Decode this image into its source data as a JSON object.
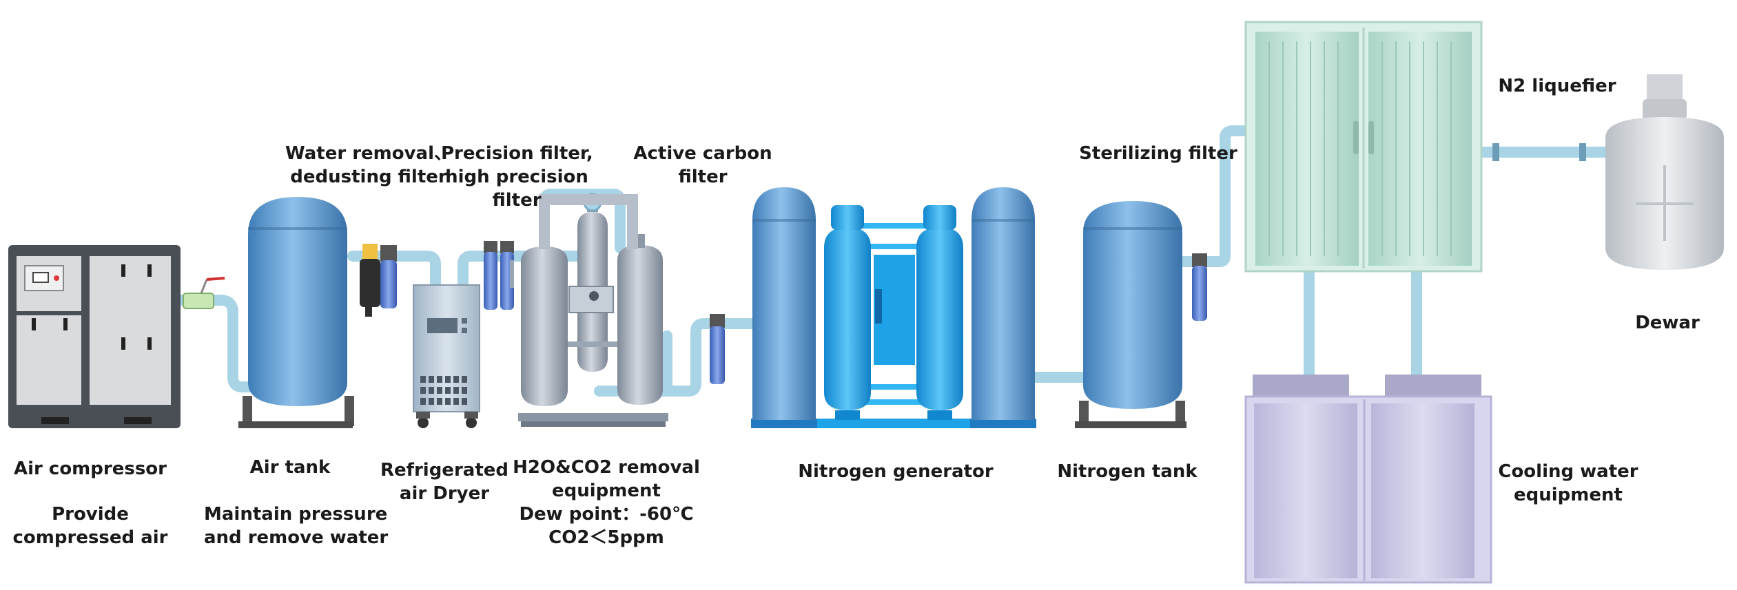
{
  "labels": {
    "air_compressor": "Air compressor",
    "air_compressor_desc_1": "Provide",
    "air_compressor_desc_2": "compressed air",
    "air_tank": "Air tank",
    "air_tank_desc_1": "Maintain pressure",
    "air_tank_desc_2": "and remove water",
    "water_filter_1": "Water removal、",
    "water_filter_2": "dedusting filter",
    "dryer_1": "Refrigerated",
    "dryer_2": "air Dryer",
    "precision_1": "Precision filter,",
    "precision_2": "high precision",
    "precision_3": "filter",
    "carbon_1": "Active carbon",
    "carbon_2": "filter",
    "h2o_1": "H2O&CO2 removal",
    "h2o_2": "equipment",
    "h2o_3": "Dew point：-60℃",
    "h2o_4": "CO2＜5ppm",
    "nitrogen_generator": "Nitrogen generator",
    "nitrogen_tank": "Nitrogen tank",
    "sterilizing": "Sterilizing filter",
    "n2_liquefier": "N2 liquefier",
    "dewar": "Dewar",
    "cooling_1": "Cooling water",
    "cooling_2": "equipment"
  },
  "colors": {
    "pipe": "#a9d4e6",
    "tank_blue": "#5b93c7",
    "bright_blue": "#1fa3e8",
    "filter_blue": "#5a7fd0",
    "grey_tank": "#9fa9b6",
    "compressor_body": "#4a4f55",
    "liquefier_green": "#bfe0d6",
    "cooling_purple": "#c9c8e4",
    "dewar_grey": "#d6d9dd"
  }
}
